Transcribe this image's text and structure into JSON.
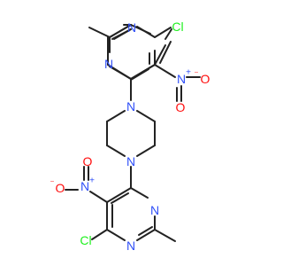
{
  "molecule": {
    "colors": {
      "carbon": "#222222",
      "nitrogen": "#3050f8",
      "oxygen": "#ff0d0d",
      "chlorine": "#1ff01f",
      "background": "#ffffff"
    },
    "atoms": [
      {
        "id": "a_cl1",
        "label": "Cl",
        "element": "Cl"
      },
      {
        "id": "a_n_ring1_top",
        "label": "N",
        "element": "N"
      },
      {
        "id": "a_n_ring1_left",
        "label": "N",
        "element": "N"
      },
      {
        "id": "a_n_nitro1",
        "label": "N",
        "element": "N",
        "charge": "+"
      },
      {
        "id": "a_o_nitro1_minus",
        "label": "O",
        "element": "O",
        "charge": "-",
        "prefix": "⁻"
      },
      {
        "id": "a_o_nitro1",
        "label": "O",
        "element": "O"
      },
      {
        "id": "a_n_pip_top",
        "label": "N",
        "element": "N"
      },
      {
        "id": "a_n_pip_bottom",
        "label": "N",
        "element": "N"
      },
      {
        "id": "a_o_nitro2",
        "label": "O",
        "element": "O"
      },
      {
        "id": "a_n_nitro2",
        "label": "N",
        "element": "N",
        "charge": "+"
      },
      {
        "id": "a_o_nitro2_minus",
        "label": "O",
        "element": "O",
        "charge": "-",
        "prefix": "⁻"
      },
      {
        "id": "a_n_ring2_right",
        "label": "N",
        "element": "N"
      },
      {
        "id": "a_cl2",
        "label": "Cl",
        "element": "Cl"
      },
      {
        "id": "a_n_ring2_bottom",
        "label": "N",
        "element": "N"
      }
    ]
  }
}
